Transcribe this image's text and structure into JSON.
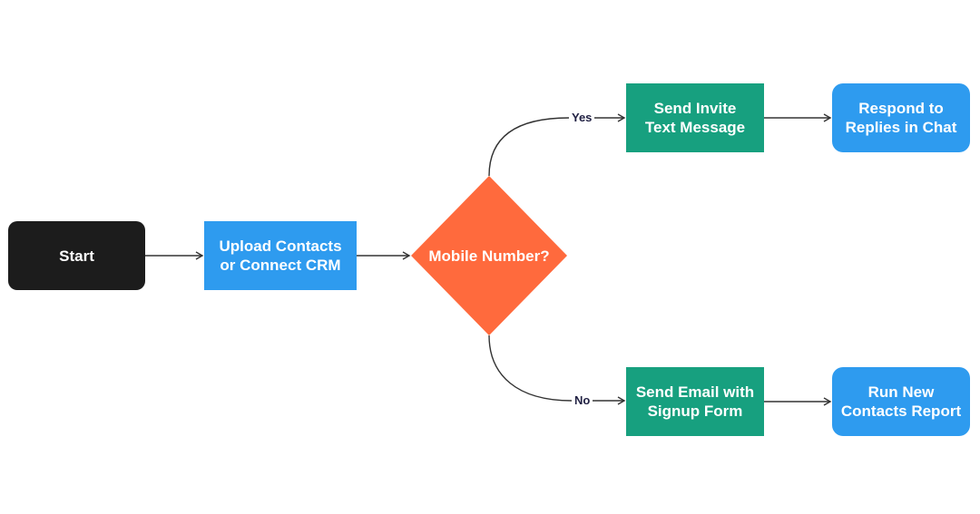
{
  "diagram": {
    "start": "Start",
    "upload": [
      "Upload Contacts",
      "or Connect CRM"
    ],
    "decision": [
      "Mobile",
      "Number?"
    ],
    "invite": [
      "Send Invite",
      "Text Message"
    ],
    "email": [
      "Send Email with",
      "Signup Form"
    ],
    "respond": [
      "Respond to",
      "Replies in Chat"
    ],
    "report": [
      "Run New",
      "Contacts Report"
    ],
    "yes_label": "Yes",
    "no_label": "No"
  },
  "colors": {
    "start": "#1c1c1c",
    "upload": "#2e9bef",
    "decision": "#ff6a3d",
    "action": "#17a07f",
    "end": "#2e9bef",
    "connector": "#333333"
  }
}
